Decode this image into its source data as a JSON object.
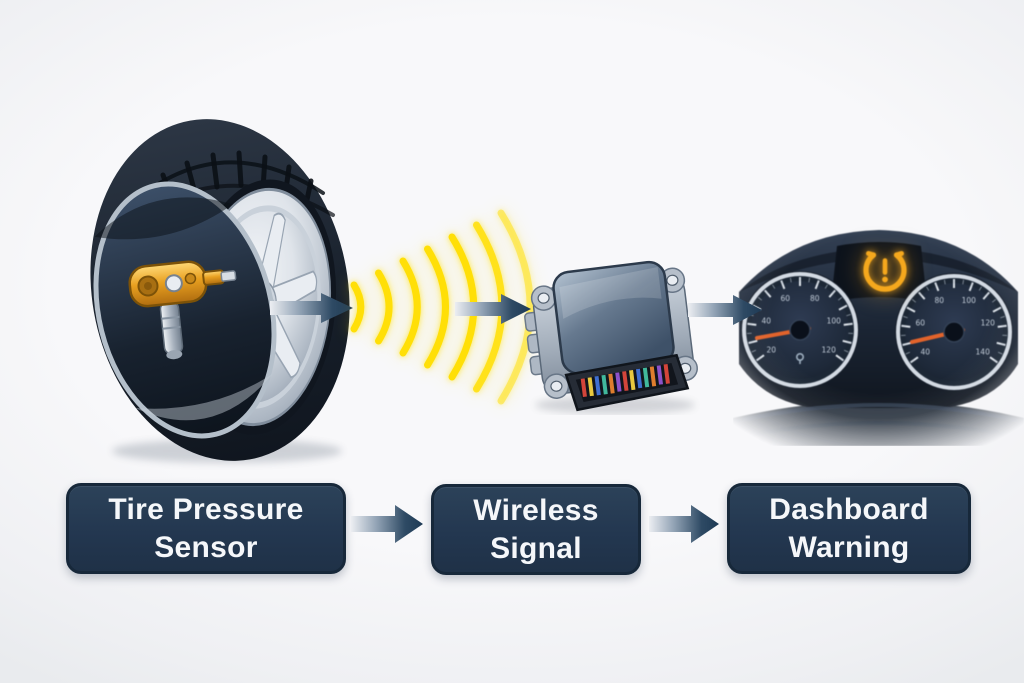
{
  "flow": {
    "steps": [
      {
        "id": "tire-pressure-sensor",
        "line1": "Tire Pressure",
        "line2": "Sensor"
      },
      {
        "id": "wireless-signal",
        "line1": "Wireless",
        "line2": "Signal"
      },
      {
        "id": "dashboard-warning",
        "line1": "Dashboard",
        "line2": "Warning"
      }
    ]
  },
  "dashboard": {
    "left_gauge_labels": [
      "20",
      "40",
      "60",
      "80",
      "100",
      "120"
    ],
    "right_gauge_labels": [
      "40",
      "60",
      "80",
      "100",
      "120",
      "140"
    ]
  },
  "icons": {
    "tire": "tire-cutaway-icon",
    "sensor": "tpms-sensor-icon",
    "waves": "wireless-waves-icon",
    "module": "receiver-module-icon",
    "cluster": "dashboard-cluster-icon",
    "warning": "tpms-warning-icon",
    "fuel": "fuel-icon",
    "arrow": "flow-arrow-icon"
  },
  "colors": {
    "background": "#f2f3f6",
    "box_navy": "#233750",
    "box_border": "#17283a",
    "arrow_dark": "#1e3a55",
    "arrow_light": "#e9ecf0",
    "signal_yellow": "#ffdf07",
    "warning_amber": "#f5a81d",
    "needle_orange": "#e2632b",
    "sensor_gold": "#e8a020"
  }
}
